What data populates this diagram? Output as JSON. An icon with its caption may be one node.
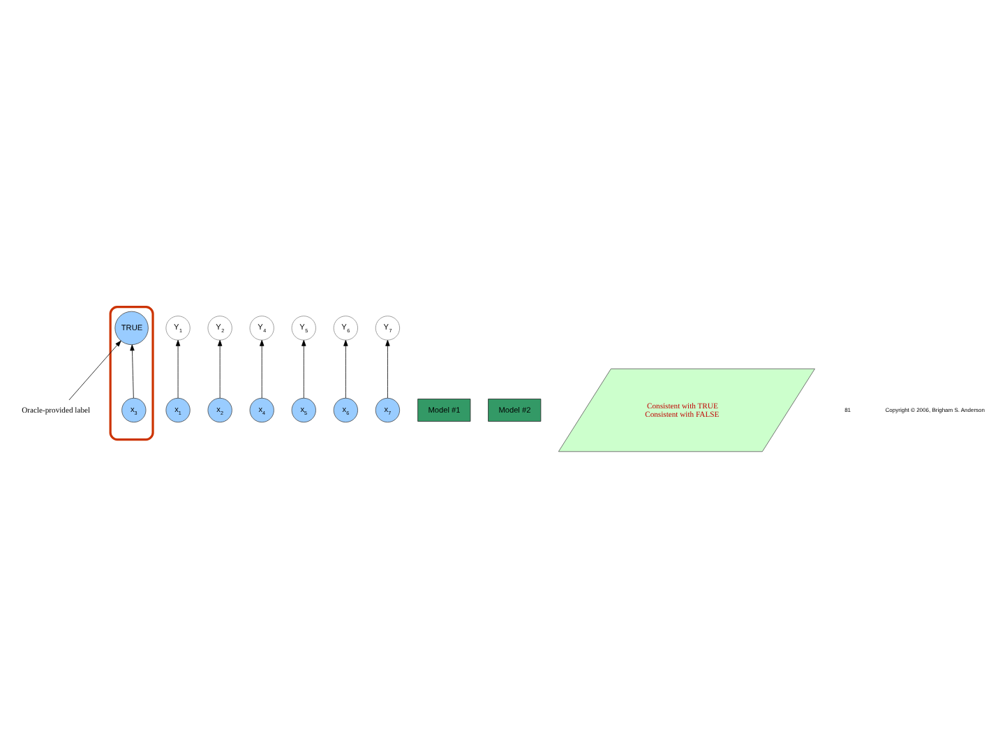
{
  "diagram": {
    "nodes": [
      {
        "text": [
          "Oracle-provided label"
        ]
      },
      {
        "text": [],
        "shape": "ellipse"
      },
      {
        "text": [
          "Y$_{1}$"
        ]
      },
      {
        "text": [
          "Y$_{2}$"
        ]
      },
      {
        "text": [
          "TRUE"
        ],
        "in": 1
      },
      {
        "text": [
          "Y$_{4}$"
        ]
      },
      {
        "text": [
          "Y$_{5}$"
        ]
      },
      {
        "text": [
          "Y$_{6}$"
        ]
      },
      {
        "text": [
          "Y$_{7}$"
        ]
      },
      {
        "text": [
          "x$_{1}$"
        ]
      },
      {
        "text": [
          "x$_{2}$"
        ]
      },
      {
        "text": [
          "x$_{3}$"
        ],
        "in": 1
      },
      {
        "text": [
          "x$_{4}$"
        ]
      },
      {
        "text": [
          "x$_{5}$"
        ]
      },
      {
        "text": [
          "x$_{6}$"
        ]
      },
      {
        "text": [
          "x$_{7}$"
        ]
      },
      {
        "text": [
          "Model #1"
        ]
      },
      {
        "text": [
          "Model #2"
        ]
      },
      {
        "text": [
          "Consistent with TRUE",
          "Consistent with FALSE"
        ]
      }
    ],
    "edges": [
      {
        "from": 0,
        "to": 4,
        "arrow": "to"
      },
      {
        "from": 9,
        "to": 2,
        "arrow": "to"
      },
      {
        "from": 10,
        "to": 3,
        "arrow": "to"
      },
      {
        "from": 11,
        "to": 4,
        "arrow": "to"
      },
      {
        "from": 12,
        "to": 5,
        "arrow": "to"
      },
      {
        "from": 13,
        "to": 6,
        "arrow": "to"
      },
      {
        "from": 14,
        "to": 7,
        "arrow": "to"
      },
      {
        "from": 15,
        "to": 8,
        "arrow": "to"
      }
    ],
    "labels": [
      "81",
      "Copyright © 2006, Brigham S. Anderson"
    ]
  }
}
